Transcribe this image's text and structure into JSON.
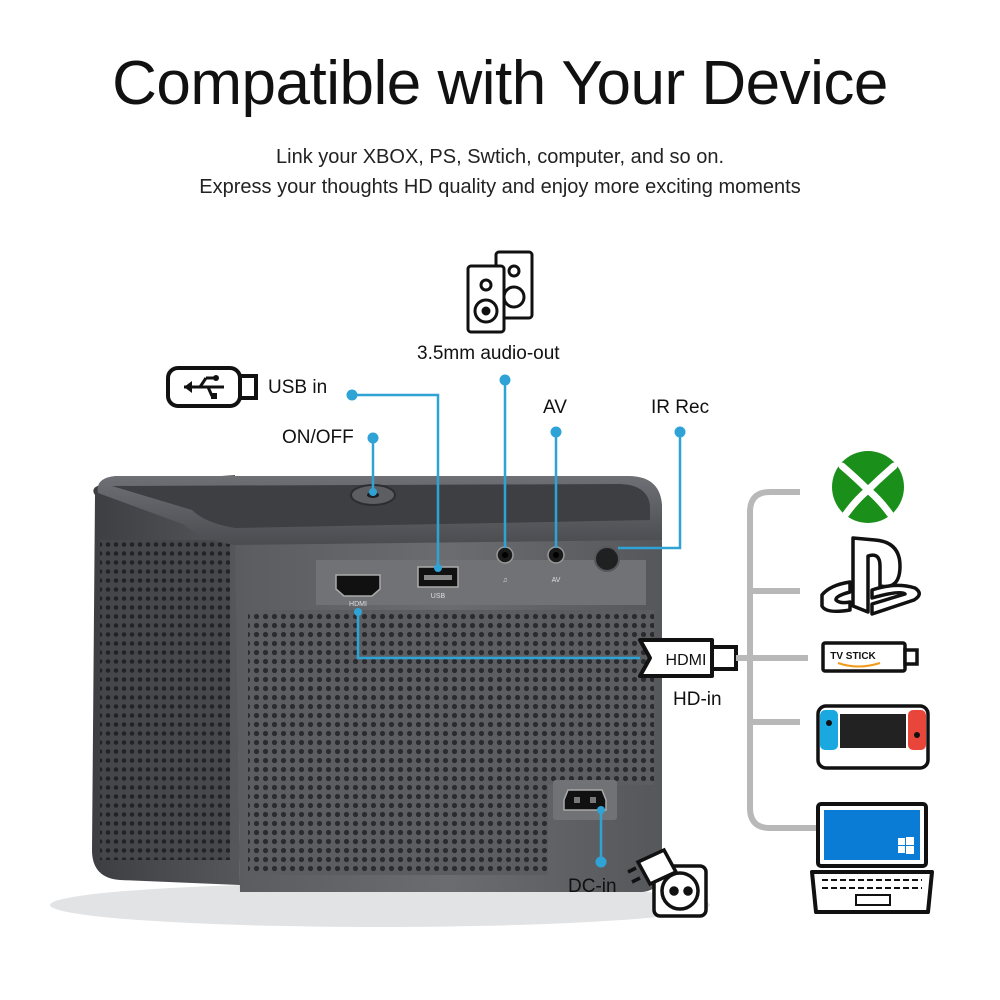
{
  "header": {
    "title": "Compatible with Your Device",
    "subtitle_line1": "Link your XBOX, PS, Swtich, computer,  and so on.",
    "subtitle_line2": "Express your thoughts HD quality and enjoy more exciting moments"
  },
  "ports": {
    "audio_out": "3.5mm audio-out",
    "usb_in": "USB in",
    "on_off": "ON/OFF",
    "av": "AV",
    "ir_rec": "IR Rec",
    "hd_in": "HD-in",
    "dc_in": "DC-in"
  },
  "panel_labels": {
    "hdmi": "HDMI",
    "usb": "USB",
    "av": "AV"
  },
  "hdmi_plug_label": "HDMI",
  "tv_stick_label": "TV STICK",
  "devices": [
    "xbox-logo",
    "playstation-logo",
    "tv-stick",
    "switch-console",
    "laptop"
  ],
  "colors": {
    "callout": "#2fa3d6",
    "bracket": "#b8b8b8",
    "xbox": "#1a8f1a",
    "laptop_screen": "#0a7cd6",
    "switch_left": "#1aa8e0",
    "switch_right": "#e8463a"
  }
}
